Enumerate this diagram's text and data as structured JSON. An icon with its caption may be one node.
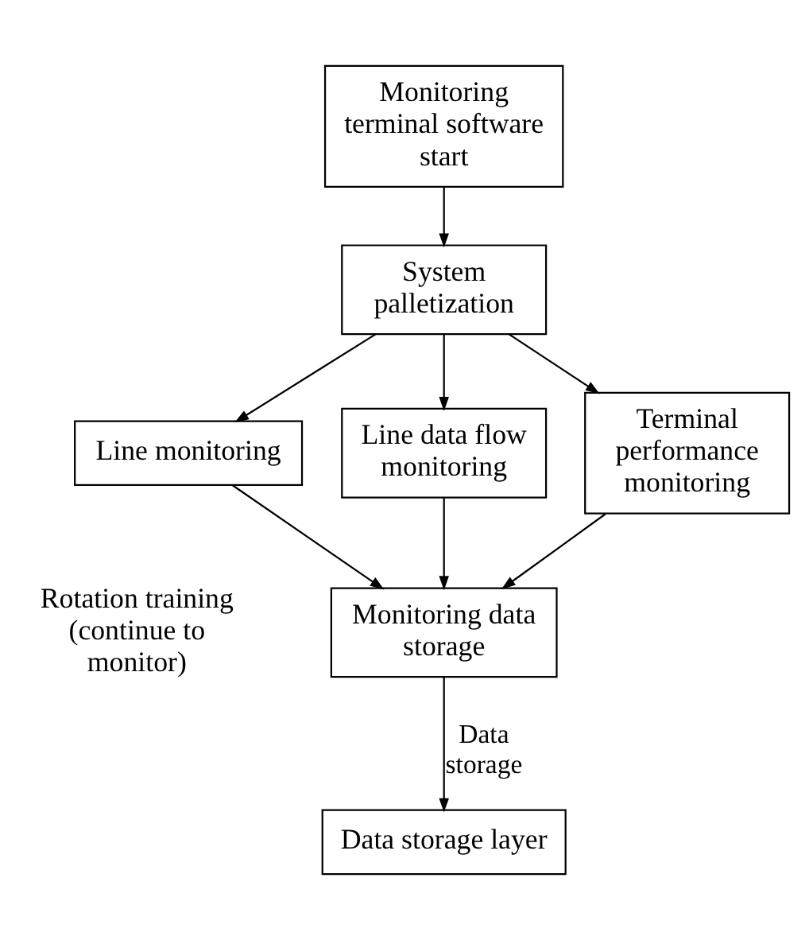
{
  "diagram": {
    "nodes": [
      {
        "text": [
          "Monitoring terminal software start"
        ]
      },
      {
        "text": [
          "System palletization"
        ]
      },
      {
        "text": [
          "Line monitoring"
        ]
      },
      {
        "text": [
          "Line data flow monitoring"
        ]
      },
      {
        "text": [
          "Terminal performance monitoring"
        ]
      },
      {
        "text": [
          "Monitoring data storage"
        ]
      },
      {
        "text": [
          "Data storage layer"
        ]
      }
    ],
    "edges": [
      {
        "from": 0,
        "to": 1,
        "arrow": "to"
      },
      {
        "from": 1,
        "to": 2,
        "arrow": "to"
      },
      {
        "from": 1,
        "to": 3,
        "arrow": "to"
      },
      {
        "from": 1,
        "to": 4,
        "arrow": "to"
      },
      {
        "from": 2,
        "to": 5,
        "arrow": "to"
      },
      {
        "from": 3,
        "to": 5,
        "arrow": "to"
      },
      {
        "from": 4,
        "to": 5,
        "arrow": "to"
      },
      {
        "from": 5,
        "to": 6,
        "arrow": "to",
        "label": "Data storage"
      }
    ],
    "labels": [
      "Rotation training (continue to monitor)"
    ]
  }
}
